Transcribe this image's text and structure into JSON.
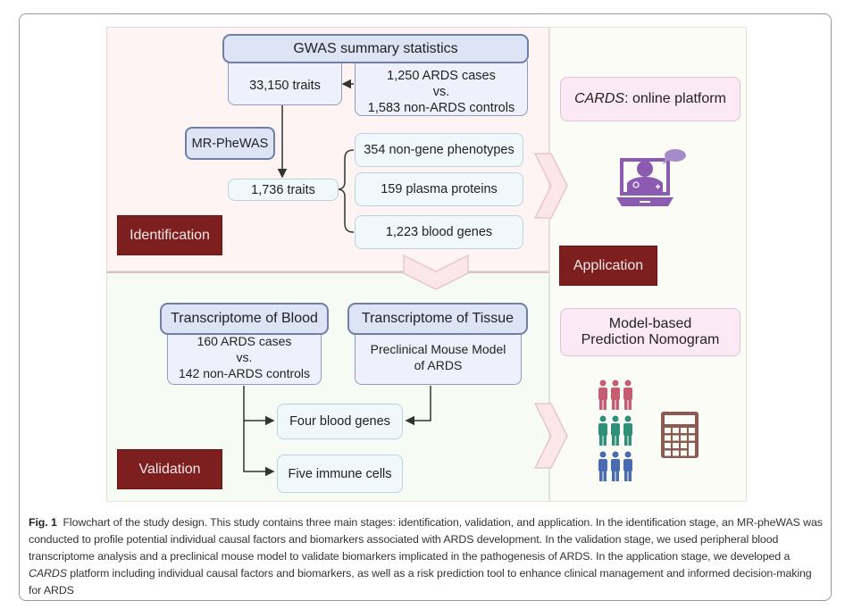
{
  "identification": {
    "gwas_header": "GWAS summary statistics",
    "traits_total": "33,150 traits",
    "cases_line1": "1,250 ARDS cases",
    "cases_vs": "vs.",
    "cases_line2": "1,583 non-ARDS controls",
    "method": "MR-PheWAS",
    "traits_selected": "1,736 traits",
    "categories": [
      "354 non-gene phenotypes",
      "159 plasma proteins",
      "1,223 blood genes"
    ],
    "stage_label": "Identification"
  },
  "validation": {
    "blood_header": "Transcriptome of Blood",
    "blood_line1": "160 ARDS cases",
    "blood_vs": "vs.",
    "blood_line2": "142 non-ARDS controls",
    "tissue_header": "Transcriptome of Tissue",
    "tissue_line1": "Preclinical Mouse Model",
    "tissue_line2": "of ARDS",
    "result_genes": "Four blood genes",
    "result_cells": "Five immune cells",
    "stage_label": "Validation"
  },
  "application": {
    "platform_name": "CARDS",
    "platform_suffix": ": online platform",
    "nomogram_line1": "Model-based",
    "nomogram_line2": "Prediction Nomogram",
    "stage_label": "Application",
    "icons": [
      "online-doctor-laptop-icon",
      "population-group-icon",
      "calculator-icon"
    ],
    "colors": {
      "doctor_icon": "#8a5bb0",
      "people_row1": "#c55d72",
      "people_row2": "#2f8f78",
      "people_row3": "#4b6bb0",
      "calculator": "#8b5a52"
    }
  },
  "colors": {
    "stage_label_bg": "#7d1f1f",
    "header_box": "#dde4f6",
    "result_box": "#f0f8fc",
    "app_box": "#fbe9f5",
    "ident_panel": "#fdf4f3",
    "valid_panel": "#f6fbf4",
    "app_panel": "#fbfcf5"
  },
  "caption": {
    "label": "Fig. 1",
    "part1": "Flowchart of the study design. This study contains three main stages: identification, validation, and application. In the identification stage, an MR-pheWAS was conducted to profile potential individual causal factors and biomarkers associated with ARDS development. In the validation stage, we used peripheral blood transcriptome analysis and a preclinical mouse model to validate biomarkers implicated in the pathogenesis of ARDS. In the application stage, we developed a ",
    "italic": "CARDS",
    "part2": " platform including individual causal factors and biomarkers, as well as a risk prediction tool to enhance clinical management and informed decision-making for ARDS"
  }
}
